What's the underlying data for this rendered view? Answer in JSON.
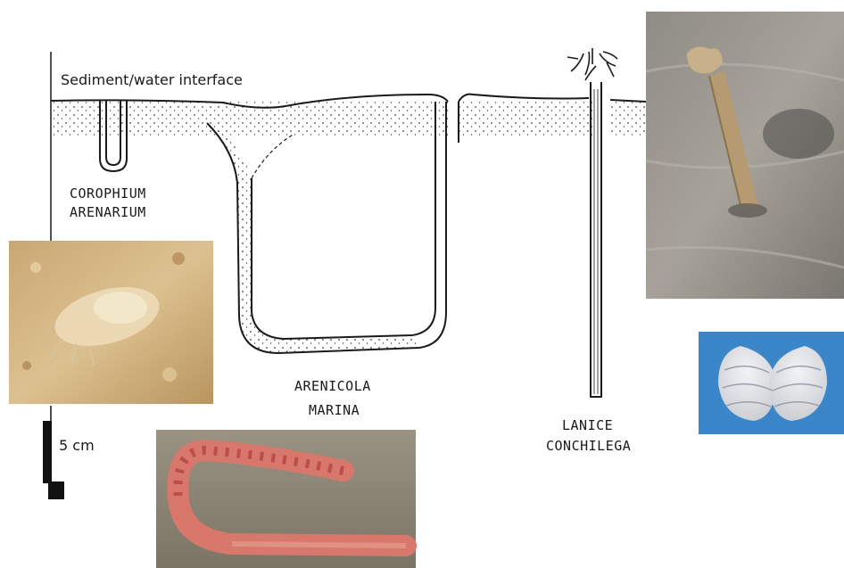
{
  "diagram": {
    "interface_label": "Sediment/water interface",
    "species": [
      {
        "line1": "COROPHIUM",
        "line2": "ARENARIUM"
      },
      {
        "line1": "ARENICOLA",
        "line2": "MARINA"
      },
      {
        "line1": "LANICE",
        "line2": "CONCHILEGA"
      }
    ],
    "scale_label": "5 cm"
  },
  "colors": {
    "ink": "#1a1a1a",
    "sand": "#d4b888",
    "worm": "#d8786c",
    "mud": "#8a8272",
    "shell_bg": "#3a86c8",
    "shell": "#e4e6ea"
  },
  "photos": [
    {
      "name": "amphipod-photo",
      "subject": "Corophium arenarium amphipod on sand"
    },
    {
      "name": "lugworm-photo",
      "subject": "Arenicola marina lugworm"
    },
    {
      "name": "tube-photo",
      "subject": "Lanice conchilega tube in sand"
    },
    {
      "name": "clam-photo",
      "subject": "bivalve shell"
    }
  ]
}
